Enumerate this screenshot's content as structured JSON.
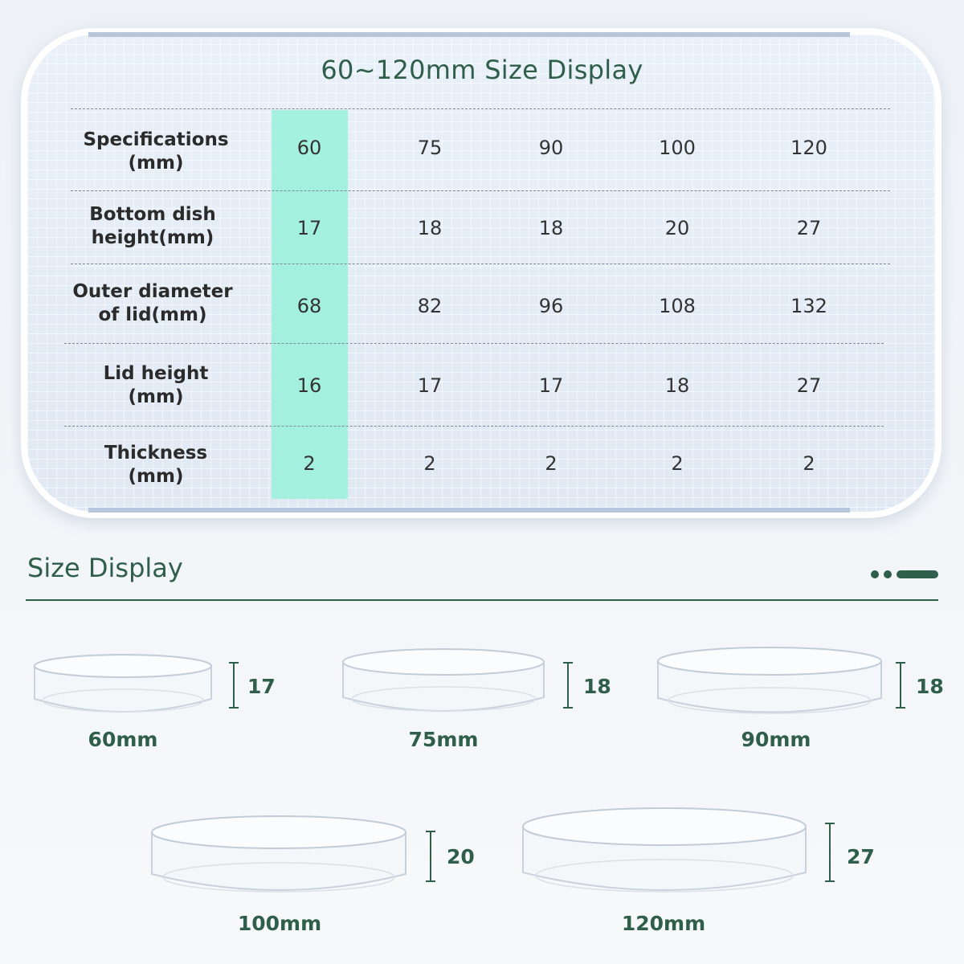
{
  "table": {
    "title": "60~120mm Size Display",
    "rows": [
      {
        "label_line1": "Specifications",
        "label_line2": "(mm)",
        "values": [
          "60",
          "75",
          "90",
          "100",
          "120"
        ]
      },
      {
        "label_line1": "Bottom dish",
        "label_line2": "height(mm)",
        "values": [
          "17",
          "18",
          "18",
          "20",
          "27"
        ]
      },
      {
        "label_line1": "Outer diameter",
        "label_line2": "of lid(mm)",
        "values": [
          "68",
          "82",
          "96",
          "108",
          "132"
        ]
      },
      {
        "label_line1": "Lid height",
        "label_line2": "(mm)",
        "values": [
          "16",
          "17",
          "17",
          "18",
          "27"
        ]
      },
      {
        "label_line1": "Thickness",
        "label_line2": "(mm)",
        "values": [
          "2",
          "2",
          "2",
          "2",
          "2"
        ]
      }
    ],
    "highlight_color": "#9ff0dc"
  },
  "size_display": {
    "title": "Size Display",
    "accent_color": "#2f5e4a",
    "dishes": [
      {
        "caption": "60mm",
        "height": "17"
      },
      {
        "caption": "75mm",
        "height": "18"
      },
      {
        "caption": "90mm",
        "height": "18"
      },
      {
        "caption": "100mm",
        "height": "20"
      },
      {
        "caption": "120mm",
        "height": "27"
      }
    ]
  }
}
